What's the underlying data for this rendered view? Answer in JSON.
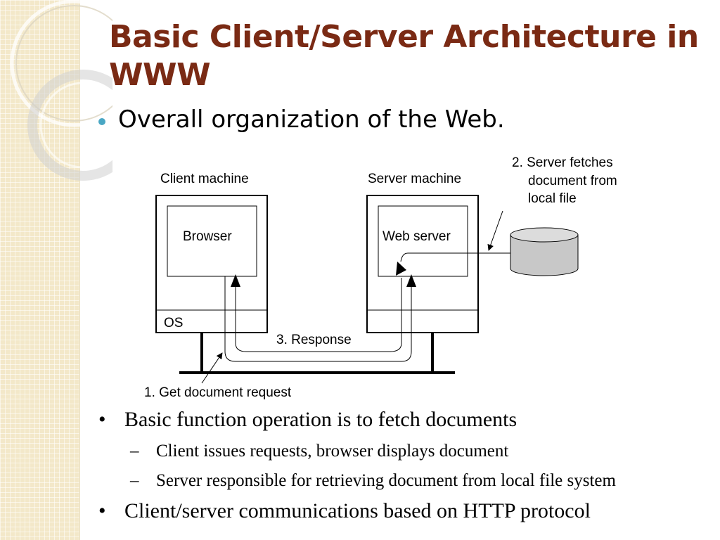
{
  "slide": {
    "title": "Basic Client/Server Architecture in WWW",
    "main_bullet": "Overall organization of the Web."
  },
  "diagram": {
    "client_label": "Client machine",
    "server_label": "Server machine",
    "browser_label": "Browser",
    "webserver_label": "Web server",
    "os_label": "OS",
    "response_label": "3. Response",
    "request_label": "1. Get document request",
    "fetch_line1": "2. Server fetches",
    "fetch_line2": "document from",
    "fetch_line3": "local file"
  },
  "bullets": {
    "b1": "Basic function operation is to fetch documents",
    "b1_sub1": "Client issues requests, browser displays document",
    "b1_sub2": "Server responsible for retrieving document from local file system",
    "b2": "Client/server communications based on HTTP protocol",
    "marker_main": "•",
    "marker_sub": "–"
  },
  "colors": {
    "title": "#7a2a14",
    "bullet_dot": "#4aa7c4",
    "sidebar": "#f3e8c9",
    "disk": "#c8c8c8"
  }
}
